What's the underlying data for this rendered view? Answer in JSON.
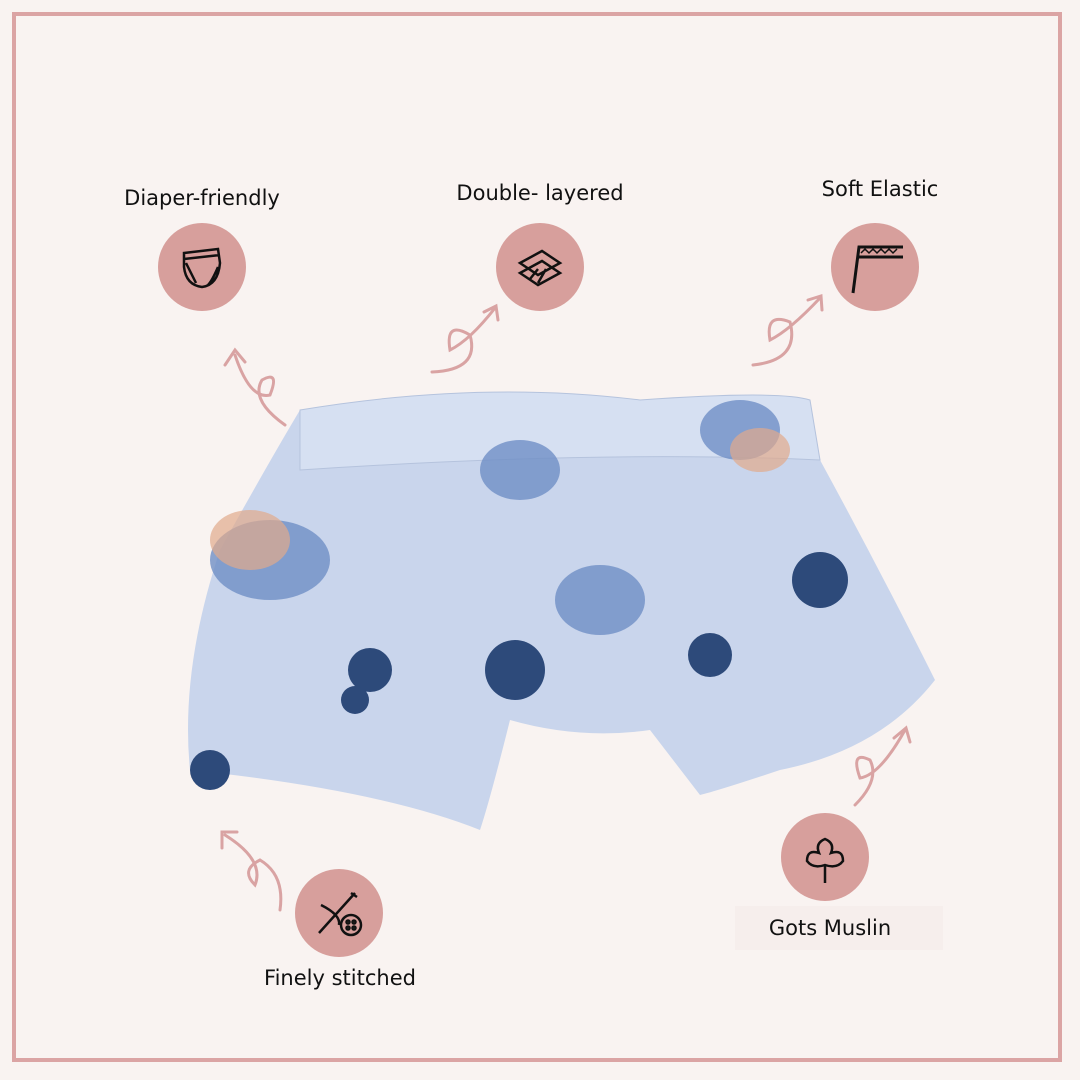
{
  "features": [
    {
      "label": "Diaper-friendly",
      "icon": "diaper-icon"
    },
    {
      "label": "Double- layered",
      "icon": "layers-icon"
    },
    {
      "label": "Soft Elastic",
      "icon": "elastic-waistband-icon"
    },
    {
      "label": "Gots Muslin",
      "icon": "cotton-flower-icon"
    },
    {
      "label": "Finely stitched",
      "icon": "needle-button-icon"
    }
  ],
  "colors": {
    "accent": "#d79f9c",
    "border": "#dba4a4",
    "background": "#f9f3f1",
    "fabric": "#c9d5ec"
  }
}
